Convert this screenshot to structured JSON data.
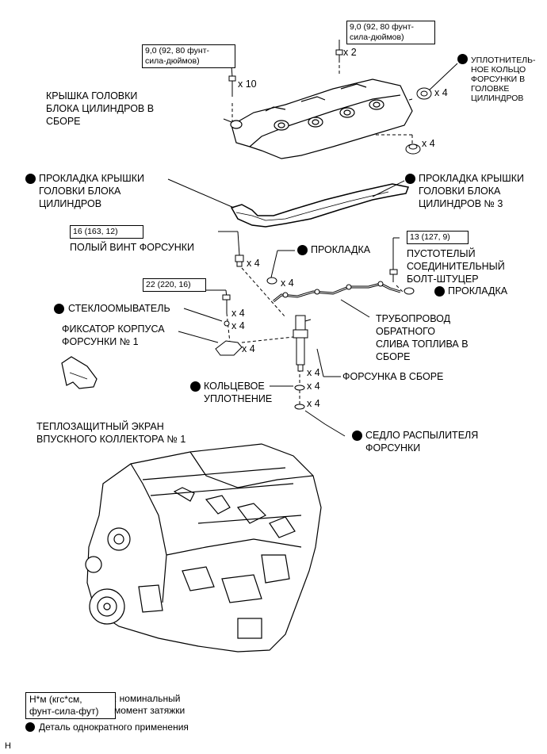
{
  "labels": {
    "valve_cover": "КРЫШКА ГОЛОВКИ\nБЛОКА ЦИЛИНДРОВ В\nСБОРЕ",
    "injector_oring_seal": "УПЛОТНИТЕЛЬ-\nНОЕ КОЛЬЦО\nФОРСУНКИ В\nГОЛОВКЕ\nЦИЛИНДРОВ",
    "cover_gasket": "ПРОКЛАДКА КРЫШКИ\nГОЛОВКИ БЛОКА\nЦИЛИНДРОВ",
    "cover_gasket_3": "ПРОКЛАДКА КРЫШКИ\nГОЛОВКИ БЛОКА\nЦИЛИНДРОВ № 3",
    "hollow_screw": "ПОЛЫЙ ВИНТ ФОРСУНКИ",
    "gasket_1": "ПРОКЛАДКА",
    "union_bolt": "ПУСТОТЕЛЫЙ\nСОЕДИНИТЕЛЬНЫЙ\nБОЛТ-ШТУЦЕР",
    "gasket_2": "ПРОКЛАДКА",
    "washer": "СТЕКЛООМЫВАТЕЛЬ",
    "return_pipe": "ТРУБОПРОВОД\nОБРАТНОГО\nСЛИВА ТОПЛИВА В\nСБОРЕ",
    "clamp": "ФИКСАТОР КОРПУСА\nФОРСУНКИ № 1",
    "injector": "ФОРСУНКА В СБОРЕ",
    "o_ring": "КОЛЬЦЕВОЕ\nУПЛОТНЕНИЕ",
    "heat_shield": "ТЕПЛОЗАЩИТНЫЙ ЭКРАН\nВПУСКНОГО КОЛЛЕКТОРА № 1",
    "nozzle_seat": "СЕДЛО РАСПЫЛИТЕЛЯ\nФОРСУНКИ"
  },
  "torques": {
    "t1": "9,0 (92, 80 фунт-\nсила-дюймов)",
    "t2": "9,0 (92, 80 фунт-\nсила-дюймов)",
    "t3": "16 (163, 12)",
    "t4": "13 (127, 9)",
    "t5": "22 (220, 16)"
  },
  "quantities": {
    "q_x2": "x 2",
    "q_x10": "x 10",
    "q_seal": "x 4",
    "q_gasket3": "x 4",
    "q_hollow": "x 4",
    "q_gasket1": "x 4",
    "q_bolt22": "x 4",
    "q_washer": "x 4",
    "q_clamp": "x 4",
    "q_inj": "x 4",
    "q_oring": "x 4",
    "q_seat": "x 4"
  },
  "legend": {
    "torque_box": "Н*м (кгс*см,\nфунт-сила-фут)",
    "torque_desc": ": номинальный\nмомент затяжки",
    "single_use": "Деталь однократного применения",
    "corner_letter": "H"
  }
}
